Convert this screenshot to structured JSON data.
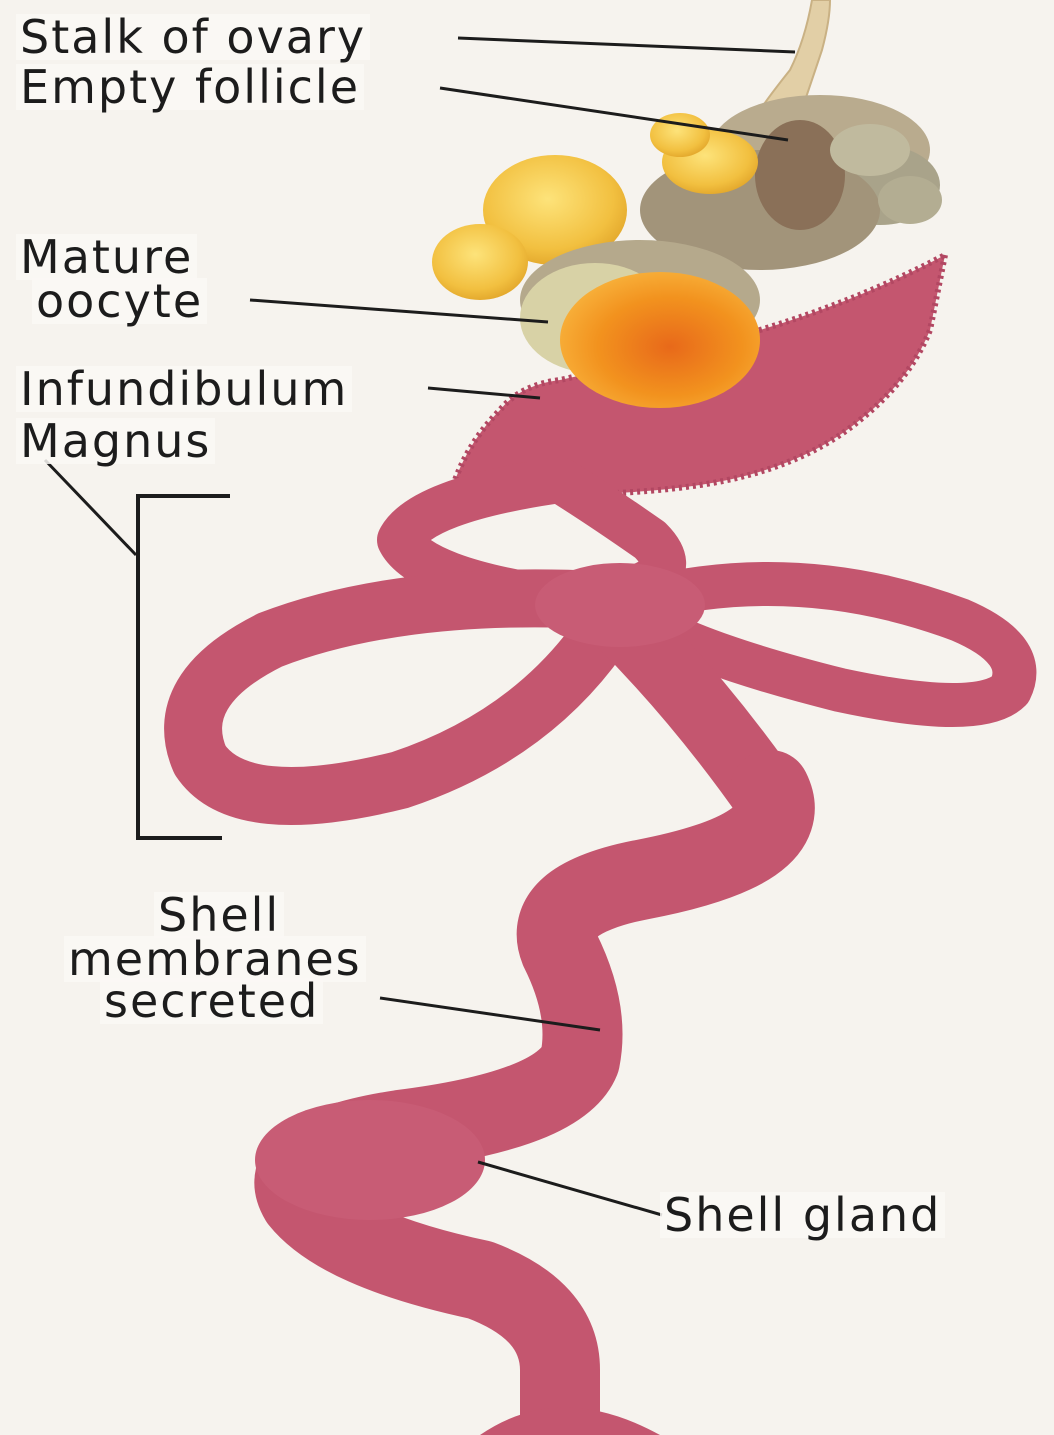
{
  "labels": {
    "stalk": "Stalk of ovary",
    "follicle": "Empty follicle",
    "oocyte_line1": "Mature",
    "oocyte_line2": "oocyte",
    "infundibulum": "Infundibulum",
    "magnus": "Magnus",
    "shell_line1": "Shell",
    "shell_line2": "membranes",
    "shell_line3": "secreted",
    "gland": "Shell gland"
  },
  "colors": {
    "background": "#f6f3ee",
    "oviduct": "#c4566f",
    "oviduct_dark": "#9c3550",
    "yolk": "#f2c040",
    "oocyte": "#f2921e",
    "ovary_tissue": "#b9ab8e",
    "stalk": "#e2cfa6",
    "leader_line": "#1c1c1c"
  }
}
